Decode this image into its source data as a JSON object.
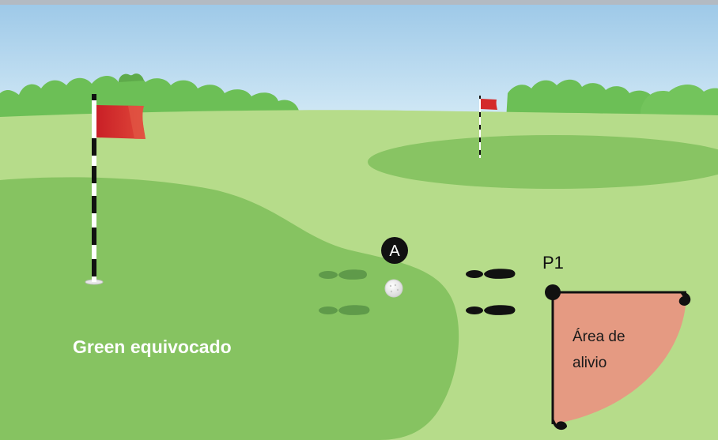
{
  "labels": {
    "wrong_green": "Green equivocado",
    "ball_marker": "A",
    "reference_point": "P1",
    "relief_area_line1": "Área de",
    "relief_area_line2": "alivio"
  },
  "colors": {
    "sky_top": "#9ec9e8",
    "sky_bottom": "#d7ecf7",
    "fairway": "#b6dc8a",
    "green": "#86c361",
    "trees": "#6cbf56",
    "flag_red": "#d42a2a",
    "relief_area": "#e59a82",
    "marker_black": "#111111"
  },
  "icons": {
    "flag_near": "flag-icon",
    "flag_far": "flag-icon",
    "ball": "golf-ball-icon",
    "footprints_shadow": "footprints-icon",
    "footprints_black": "footprints-icon",
    "tees": "tee-marker-icon"
  }
}
